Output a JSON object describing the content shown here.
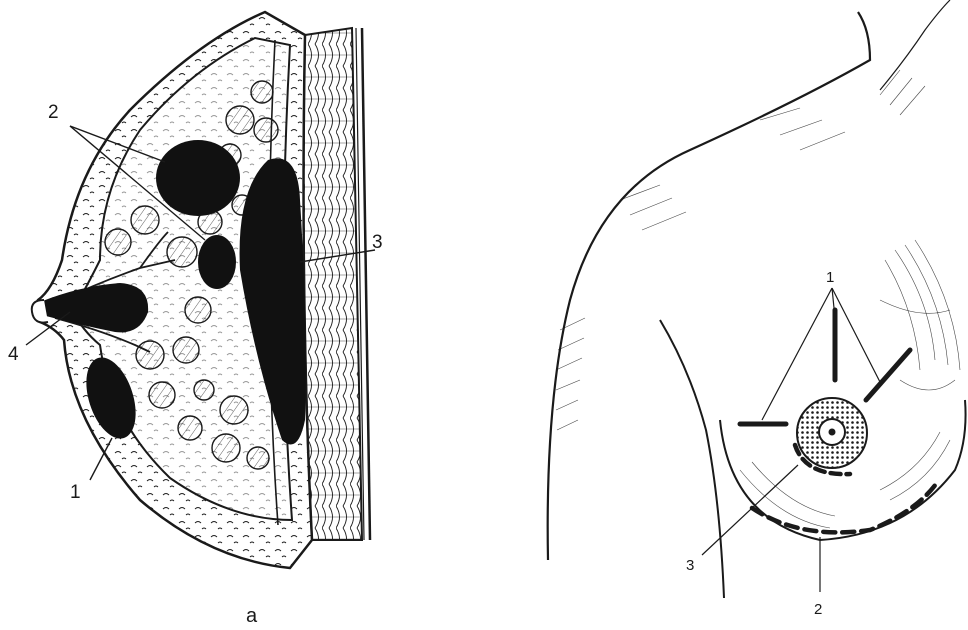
{
  "left_panel": {
    "caption": "a",
    "labels": {
      "n1": "1",
      "n2": "2",
      "n3": "3",
      "n4": "4"
    }
  },
  "right_panel": {
    "labels": {
      "n1": "1",
      "n2": "2",
      "n3": "3"
    }
  },
  "colors": {
    "ink": "#1a1a1a",
    "paper": "#ffffff"
  }
}
